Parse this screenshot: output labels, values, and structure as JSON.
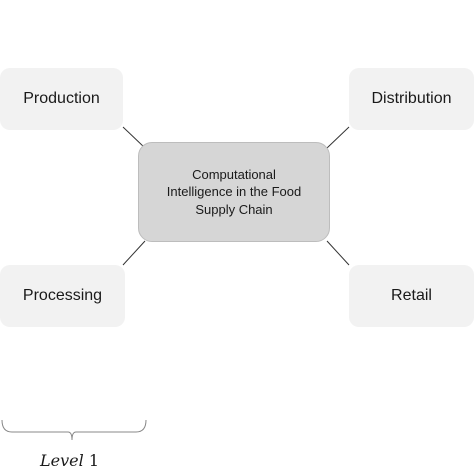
{
  "diagram": {
    "center": {
      "line1": "Computational",
      "line2": "Intelligence in the Food",
      "line3": "Supply Chain"
    },
    "nodes": {
      "production": "Production",
      "distribution": "Distribution",
      "processing": "Processing",
      "retail": "Retail"
    },
    "level": {
      "word": "Level",
      "number": "1"
    }
  }
}
